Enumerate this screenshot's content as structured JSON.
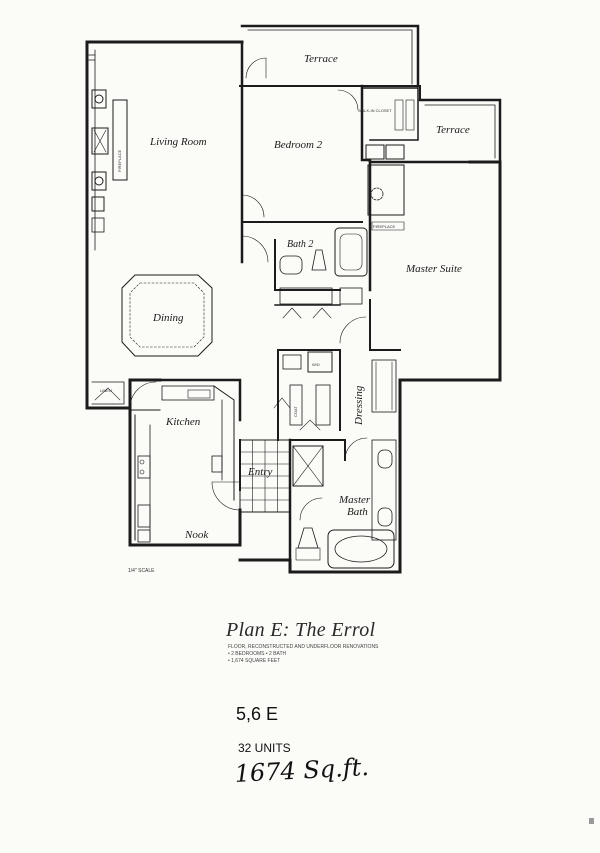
{
  "rooms": {
    "terrace_top": "Terrace",
    "terrace_right": "Terrace",
    "living_room": "Living Room",
    "bedroom2": "Bedroom 2",
    "bath2": "Bath 2",
    "master_suite": "Master Suite",
    "dining": "Dining",
    "kitchen": "Kitchen",
    "entry": "Entry",
    "dressing": "Dressing",
    "master_bath_line1": "Master",
    "master_bath_line2": "Bath",
    "nook": "Nook"
  },
  "fixtures": {
    "fireplace_living": "FIREPLACE",
    "fireplace_master": "FIREPLACE",
    "walk_in_closet": "WALK-IN CLOSET",
    "linen": "LINEN",
    "coat": "COAT",
    "w_d": "W/D"
  },
  "scale_note": "1/4\" SCALE",
  "title": "Plan E: The Errol",
  "description_lines": [
    "FLOOR, RECONSTRUCTED AND UNDERFLOOR RENOVATIONS",
    "• 2 BEDROOMS • 2 BATH",
    "• 1,674 SQUARE FEET"
  ],
  "plan_code": "5,6  E",
  "unit_count": "32 UNITS",
  "area_handwritten": "1674 Sq.ft."
}
